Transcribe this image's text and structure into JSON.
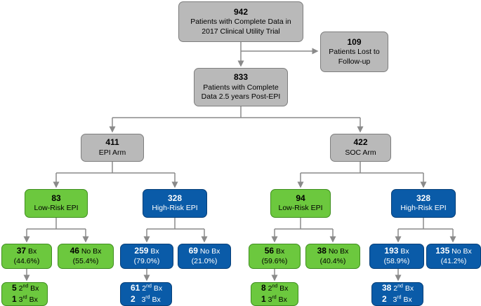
{
  "top": {
    "n": "942",
    "l1": "Patients with Complete Data in",
    "l2": "2017 Clinical Utility Trial"
  },
  "lost": {
    "n": "109",
    "l1": "Patients Lost to",
    "l2": "Follow-up"
  },
  "mid": {
    "n": "833",
    "l1": "Patients with Complete",
    "l2": "Data 2.5 years Post-EPI"
  },
  "epi": {
    "n": "411",
    "l1": "EPI Arm"
  },
  "soc": {
    "n": "422",
    "l1": "SOC Arm"
  },
  "epi_low": {
    "n": "83",
    "l1": "Low-Risk EPI"
  },
  "epi_high": {
    "n": "328",
    "l1": "High-Risk EPI"
  },
  "soc_low": {
    "n": "94",
    "l1": "Low-Risk EPI"
  },
  "soc_high": {
    "n": "328",
    "l1": "High-Risk EPI"
  },
  "bx_label": "Bx",
  "nobx_label": "No Bx",
  "epi_low_bx": {
    "n": "37",
    "pct": "(44.6%)"
  },
  "epi_low_nobx": {
    "n": "46",
    "pct": "(55.4%)"
  },
  "epi_high_bx": {
    "n": "259",
    "pct": "(79.0%)"
  },
  "epi_high_nobx": {
    "n": "69",
    "pct": "(21.0%)"
  },
  "soc_low_bx": {
    "n": "56",
    "pct": "(59.6%)"
  },
  "soc_low_nobx": {
    "n": "38",
    "pct": "(40.4%)"
  },
  "soc_high_bx": {
    "n": "193",
    "pct": "(58.9%)"
  },
  "soc_high_nobx": {
    "n": "135",
    "pct": "(41.2%)"
  },
  "rebx": {
    "second_sup": "nd",
    "third_sup": "rd",
    "bx": "Bx",
    "epi_low": {
      "second": "5",
      "third": "1"
    },
    "epi_high": {
      "second": "61",
      "third": "2"
    },
    "soc_low": {
      "second": "8",
      "third": "1"
    },
    "soc_high": {
      "second": "38",
      "third": "2"
    }
  },
  "colors": {
    "gray": "#b9b9b9",
    "green": "#6cc83e",
    "blue": "#0a5ba8",
    "line": "#8a8a8a"
  }
}
